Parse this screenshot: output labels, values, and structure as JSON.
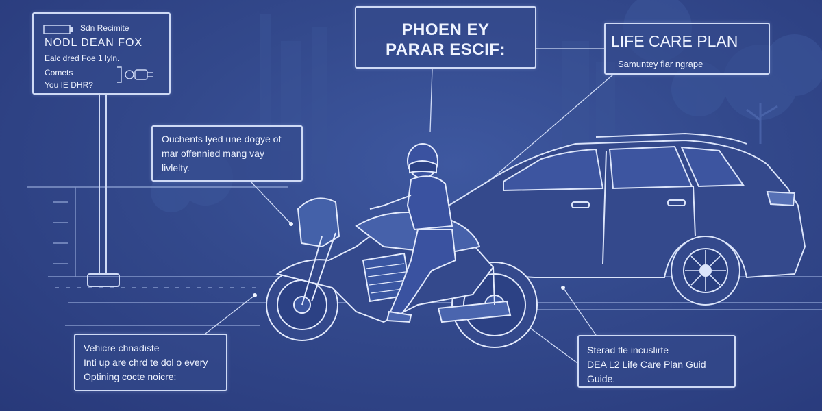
{
  "sign": {
    "line1": "Sdn Recimite",
    "line2": "NODL DEAN FOX",
    "line3": "Ealc dred Foe 1 lyln.",
    "line4": "Comets",
    "line5": "You IE DHR?"
  },
  "title_box": {
    "line1": "PHOEN EY",
    "line2": "PARAR ESCIF:"
  },
  "life_care_box": {
    "title": "LIFE CARE PLAN",
    "subtitle": "Samuntey flar ngrape"
  },
  "note_top_left": {
    "lines": [
      "Ouchents lyed une dogye of",
      "mar offennied mang vay",
      "livlelty."
    ]
  },
  "note_bottom_left": {
    "lines": [
      "Vehicre chnadiste",
      "Inti up are chrd te dol o every",
      "Optining cocte noicre:"
    ]
  },
  "note_bottom_right": {
    "lines": [
      "Sterad tle incuslirte",
      "DEA L2 Life Care Plan Guid",
      "Guide."
    ]
  },
  "colors": {
    "background": "#2f4687",
    "line": "#cfdaf5",
    "text": "#eef3ff"
  },
  "icons": [
    "sign-post-icon",
    "motorcycle-icon",
    "rider-icon",
    "suv-icon",
    "tree-icon",
    "building-icon"
  ]
}
